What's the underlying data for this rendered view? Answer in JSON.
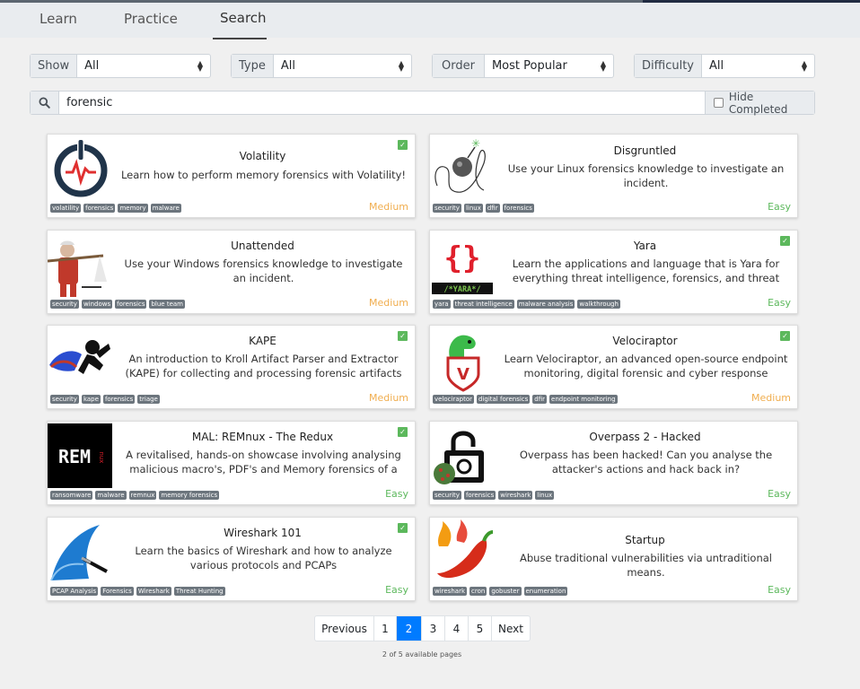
{
  "nav": {
    "tabs": [
      {
        "label": "Learn"
      },
      {
        "label": "Practice"
      },
      {
        "label": "Search",
        "active": true
      }
    ]
  },
  "filters": [
    {
      "label": "Show",
      "value": "All"
    },
    {
      "label": "Type",
      "value": "All"
    },
    {
      "label": "Order",
      "value": "Most Popular"
    },
    {
      "label": "Difficulty",
      "value": "All"
    }
  ],
  "search": {
    "value": "forensic",
    "hide_completed_label": "Hide Completed",
    "hide_completed_checked": false
  },
  "rooms": [
    {
      "title": "Volatility",
      "desc": "Learn how to perform memory forensics with Volatility!",
      "tags": [
        "volatility",
        "forensics",
        "memory",
        "malware"
      ],
      "difficulty": "Medium",
      "completed": true
    },
    {
      "title": "Disgruntled",
      "desc": "Use your Linux forensics knowledge to investigate an incident.",
      "tags": [
        "security",
        "linux",
        "dfir",
        "forensics"
      ],
      "difficulty": "Easy",
      "completed": false
    },
    {
      "title": "Unattended",
      "desc": "Use your Windows forensics knowledge to investigate an incident.",
      "tags": [
        "security",
        "windows",
        "forensics",
        "blue team"
      ],
      "difficulty": "Medium",
      "completed": false
    },
    {
      "title": "Yara",
      "desc": "Learn the applications and language that is Yara for everything threat intelligence, forensics, and threat hunting!",
      "tags": [
        "yara",
        "threat intelligence",
        "malware analysis",
        "walkthrough"
      ],
      "difficulty": "Easy",
      "completed": true
    },
    {
      "title": "KAPE",
      "desc": "An introduction to Kroll Artifact Parser and Extractor (KAPE) for collecting and processing forensic artifacts",
      "tags": [
        "security",
        "kape",
        "forensics",
        "triage"
      ],
      "difficulty": "Medium",
      "completed": true
    },
    {
      "title": "Velociraptor",
      "desc": "Learn Velociraptor, an advanced open-source endpoint monitoring, digital forensic and cyber response platform.",
      "tags": [
        "velociraptor",
        "digital forensics",
        "dfir",
        "endpoint monitoring"
      ],
      "difficulty": "Medium",
      "completed": true
    },
    {
      "title": "MAL: REMnux - The Redux",
      "desc": "A revitalised, hands-on showcase involving analysing malicious macro's, PDF's and Memory forensics of a victim o...",
      "tags": [
        "ransomware",
        "malware",
        "remnux",
        "memory forensics"
      ],
      "difficulty": "Easy",
      "completed": true
    },
    {
      "title": "Overpass 2 - Hacked",
      "desc": "Overpass has been hacked! Can you analyse the attacker's actions and hack back in?",
      "tags": [
        "security",
        "forensics",
        "wireshark",
        "linux"
      ],
      "difficulty": "Easy",
      "completed": false
    },
    {
      "title": "Wireshark 101",
      "desc": "Learn the basics of Wireshark and how to analyze various protocols and PCAPs",
      "tags": [
        "PCAP Analysis",
        "Forensics",
        "Wireshark",
        "Threat Hunting"
      ],
      "difficulty": "Easy",
      "completed": true
    },
    {
      "title": "Startup",
      "desc": "Abuse traditional vulnerabilities via untraditional means.",
      "tags": [
        "wireshark",
        "cron",
        "gobuster",
        "enumeration"
      ],
      "difficulty": "Easy",
      "completed": false
    }
  ],
  "thumb_logo_text": {
    "yara": "/*YARA*/",
    "remnux": "REM",
    "remnux_small": "nux"
  },
  "pagination": {
    "prev": "Previous",
    "pages": [
      "1",
      "2",
      "3",
      "4",
      "5"
    ],
    "current": "2",
    "next": "Next",
    "info": "2 of 5 available pages"
  },
  "colors": {
    "accent": "#007bff",
    "easy": "#5cb85c",
    "medium": "#f0ad4e",
    "check": "#5cb85c"
  }
}
